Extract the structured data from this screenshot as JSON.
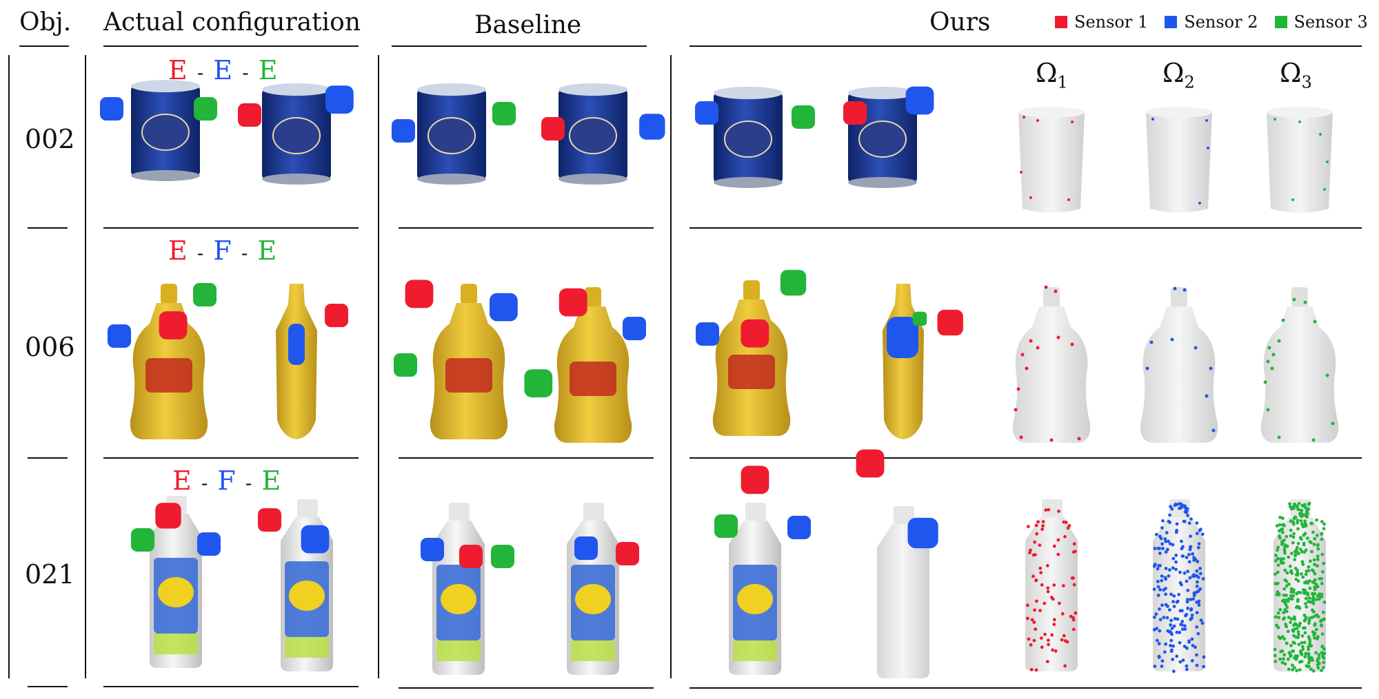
{
  "headers": {
    "obj": "Obj.",
    "actual": "Actual configuration",
    "baseline": "Baseline",
    "ours": "Ours"
  },
  "legend": [
    {
      "label": "Sensor 1",
      "color": "#ee1c2e"
    },
    {
      "label": "Sensor 2",
      "color": "#1f56ee"
    },
    {
      "label": "Sensor 3",
      "color": "#22b53a"
    }
  ],
  "omega_labels": [
    "Ω",
    "Ω",
    "Ω"
  ],
  "omega_subs": [
    "1",
    "2",
    "3"
  ],
  "rows": [
    {
      "id": "002",
      "config": [
        "E",
        "E",
        "E"
      ],
      "object": "master-chef-can"
    },
    {
      "id": "006",
      "config": [
        "E",
        "F",
        "E"
      ],
      "object": "mustard-bottle"
    },
    {
      "id": "021",
      "config": [
        "E",
        "F",
        "E"
      ],
      "object": "bleach-bottle"
    }
  ],
  "dash": "-",
  "colors": {
    "sensor1": "#ee1c2e",
    "sensor2": "#1f56ee",
    "sensor3": "#22b53a",
    "can_blue": "#1e3a9a",
    "mustard": "#e4c030",
    "white_mesh": "#e8e8e8"
  }
}
